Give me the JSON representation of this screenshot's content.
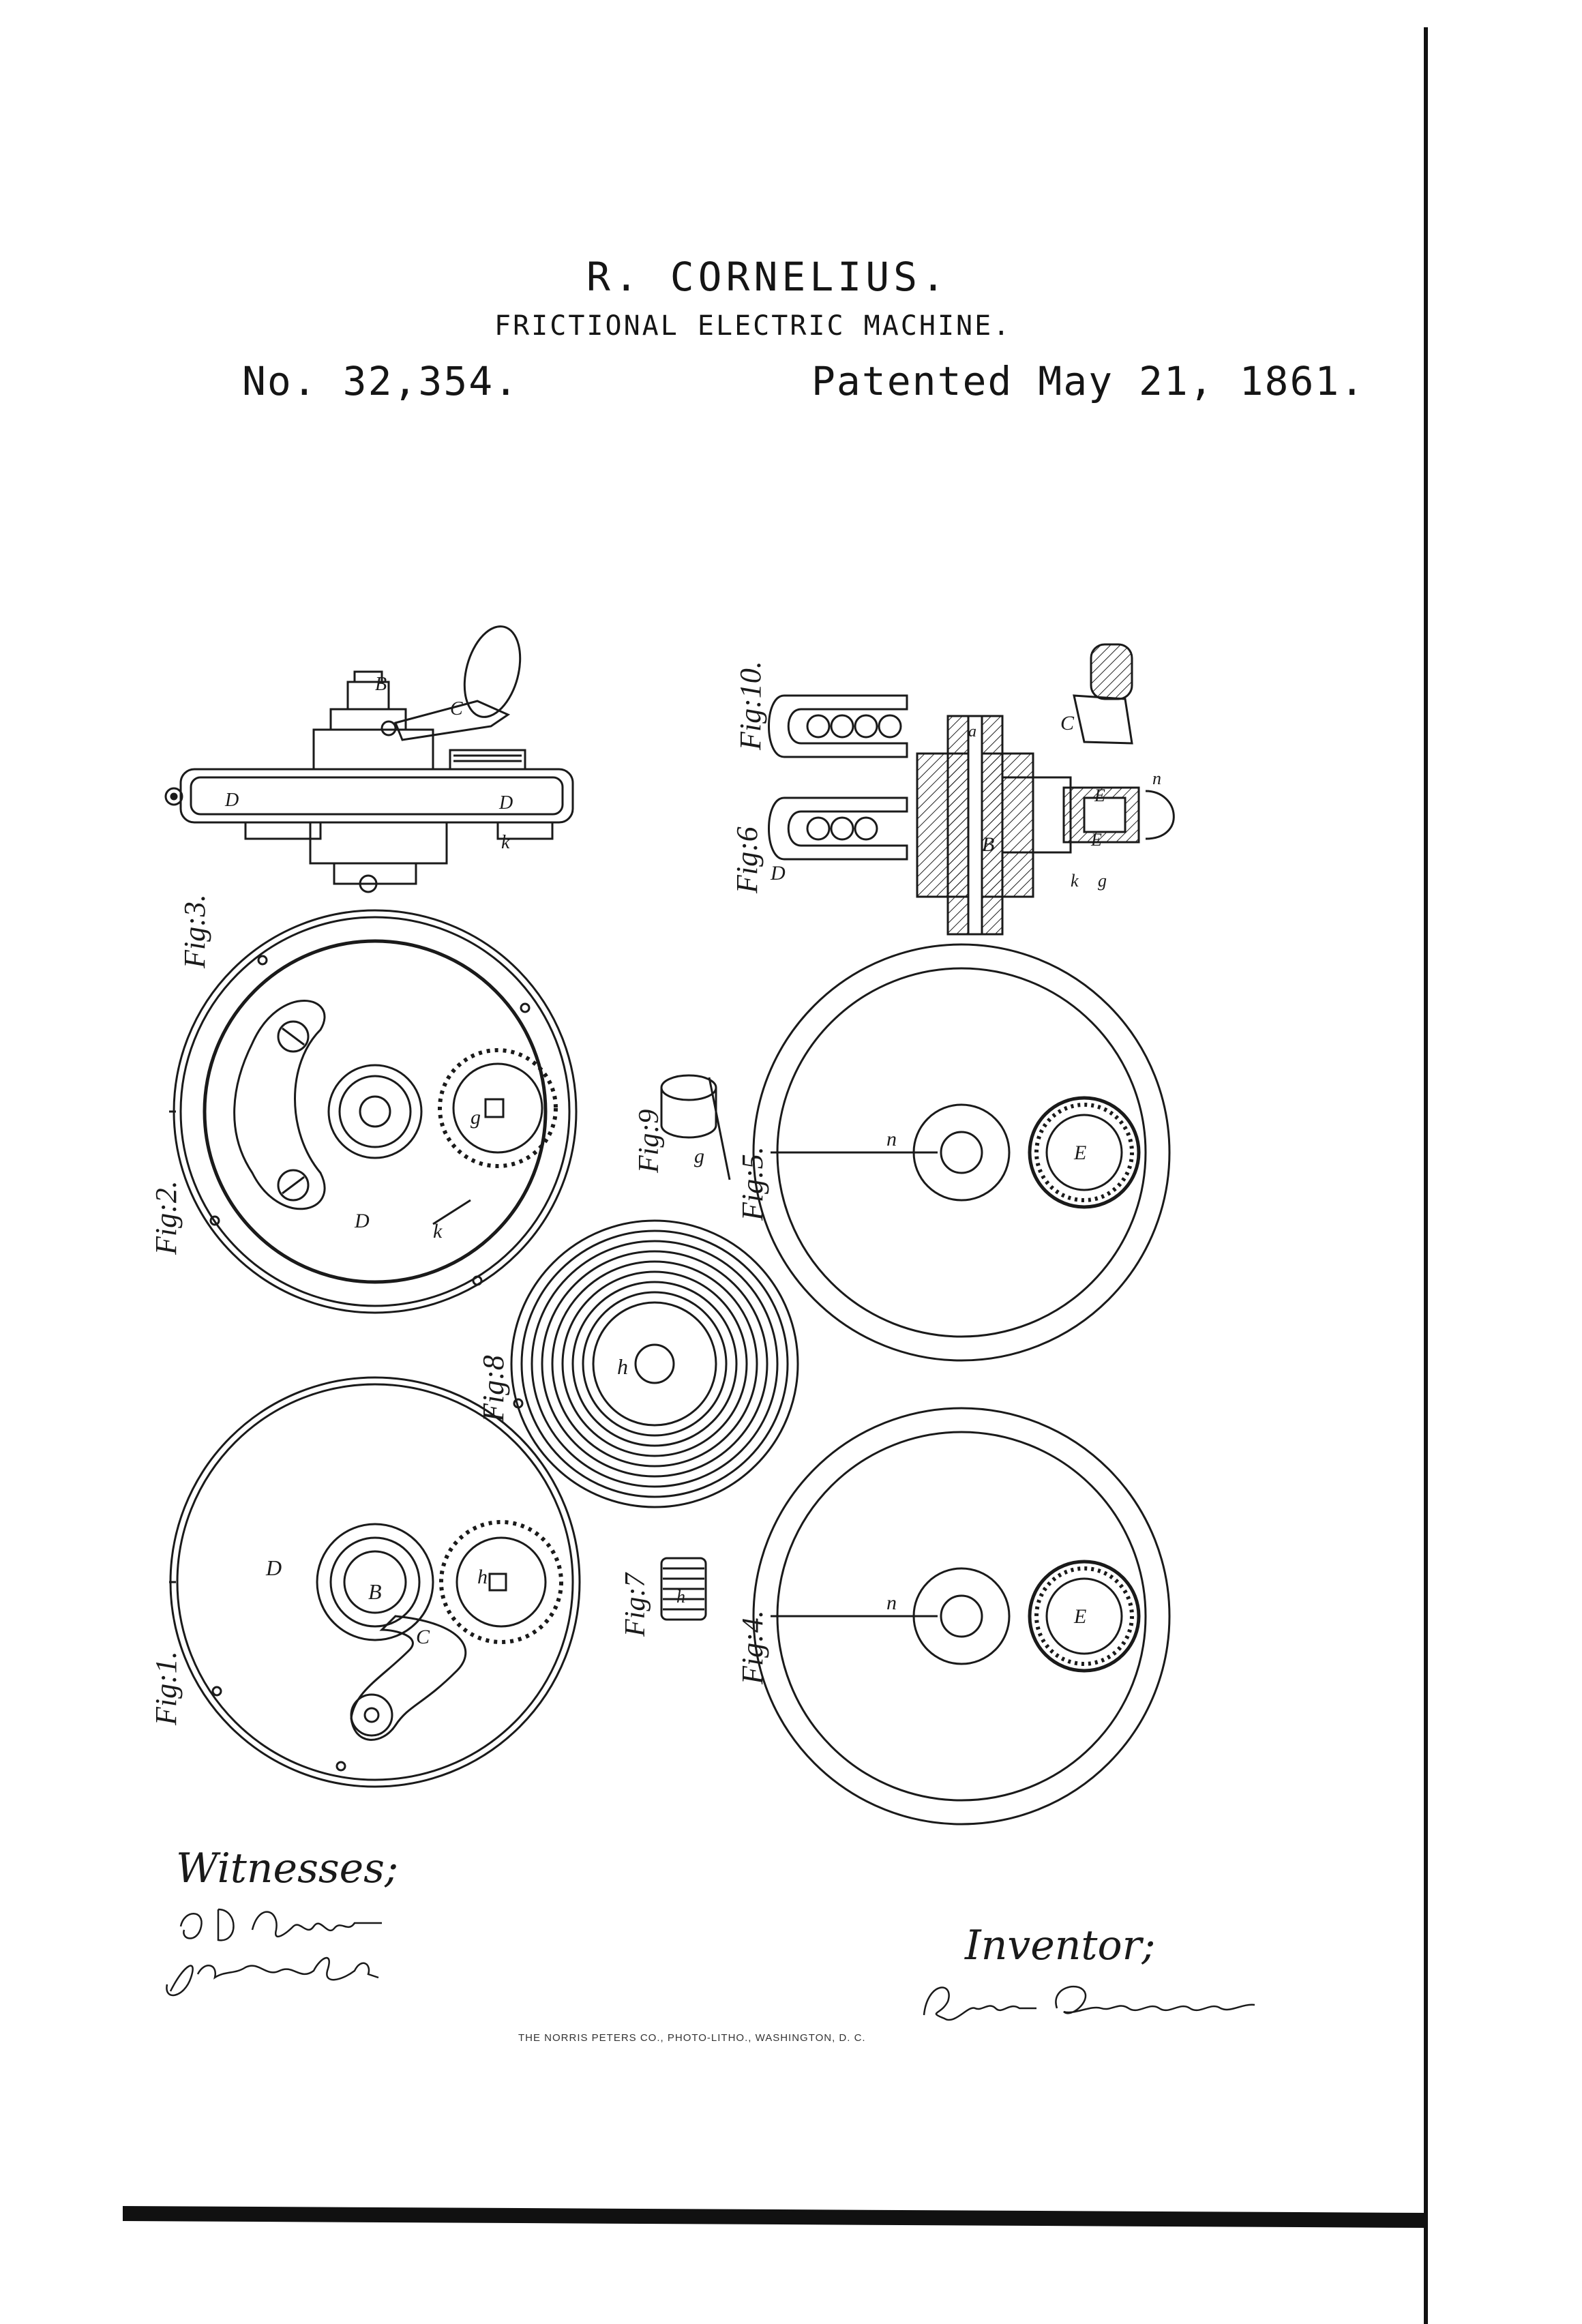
{
  "header": {
    "inventor": "R. CORNELIUS.",
    "title": "FRICTIONAL ELECTRIC MACHINE.",
    "number": "No. 32,354.",
    "date": "Patented May 21, 1861."
  },
  "figures": {
    "fig1": "Fig:1.",
    "fig2": "Fig:2.",
    "fig3": "Fig:3.",
    "fig4": "Fig:4.",
    "fig5": "Fig:5.",
    "fig6": "Fig:6",
    "fig7": "Fig:7",
    "fig8": "Fig:8",
    "fig9": "Fig:9",
    "fig10": "Fig:10."
  },
  "letters": {
    "fig1_D": "D",
    "fig1_B": "B",
    "fig1_C": "C",
    "fig1_h": "h",
    "fig2_D": "D",
    "fig2_g": "g",
    "fig2_k": "k",
    "fig3_D": "D",
    "fig3_D2": "D",
    "fig3_B": "B",
    "fig3_C": "C",
    "fig3_k": "k",
    "fig4_n": "n",
    "fig4_E": "E",
    "fig5_n": "n",
    "fig5_E": "E",
    "fig6_D": "D",
    "fig6_B": "B",
    "fig6_C": "C",
    "fig6_E": "E",
    "fig6_E2": "E",
    "fig6_k": "k",
    "fig6_g": "g",
    "fig6_n": "n",
    "fig6_a": "a",
    "fig7_h": "h",
    "fig8_h": "h",
    "fig9_g": "g"
  },
  "witnesses": {
    "label": "Witnesses;",
    "signature_1": "J D Bayluly",
    "signature_2": "J. G. Mundie"
  },
  "inventor_block": {
    "label": "Inventor;",
    "signature": "Robert Cornelius"
  },
  "printer_credit": "THE NORRIS PETERS CO., PHOTO-LITHO., WASHINGTON, D. C."
}
